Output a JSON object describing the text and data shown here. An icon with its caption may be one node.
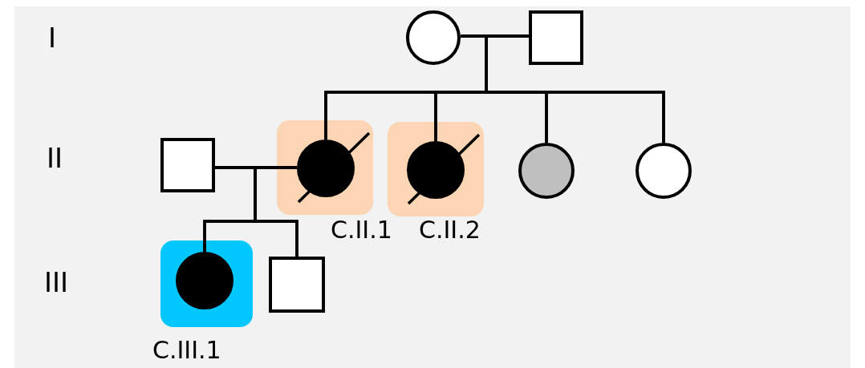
{
  "diagram": {
    "nodes": [
      {
        "text": [],
        "shape": "circle"
      },
      {
        "text": [],
        "shape": "box"
      },
      {
        "text": [],
        "shape": "box"
      },
      {
        "text": [],
        "shape": "circle",
        "beside": [
          "C.II.1"
        ]
      },
      {
        "text": [],
        "shape": "circle",
        "beside": [
          "C.II.2"
        ]
      },
      {
        "text": [],
        "shape": "circle"
      },
      {
        "text": [],
        "shape": "circle"
      },
      {
        "text": [],
        "shape": "circle",
        "beside": [
          "C.III.1"
        ]
      },
      {
        "text": [],
        "shape": "box"
      }
    ],
    "edges": [
      {
        "from": 0,
        "to": 1,
        "arrow": "none"
      },
      {
        "from": 0,
        "to": 3,
        "arrow": "none"
      },
      {
        "from": 1,
        "to": 3,
        "arrow": "none"
      },
      {
        "from": 0,
        "to": 4,
        "arrow": "none"
      },
      {
        "from": 1,
        "to": 4,
        "arrow": "none"
      },
      {
        "from": 0,
        "to": 5,
        "arrow": "none"
      },
      {
        "from": 1,
        "to": 5,
        "arrow": "none"
      },
      {
        "from": 0,
        "to": 6,
        "arrow": "none"
      },
      {
        "from": 1,
        "to": 6,
        "arrow": "none"
      },
      {
        "from": 2,
        "to": 3,
        "arrow": "none"
      },
      {
        "from": 2,
        "to": 7,
        "arrow": "none"
      },
      {
        "from": 3,
        "to": 7,
        "arrow": "none"
      },
      {
        "from": 2,
        "to": 8,
        "arrow": "none"
      },
      {
        "from": 3,
        "to": 8,
        "arrow": "none"
      }
    ],
    "labels": [
      "I",
      "II",
      "III"
    ]
  }
}
